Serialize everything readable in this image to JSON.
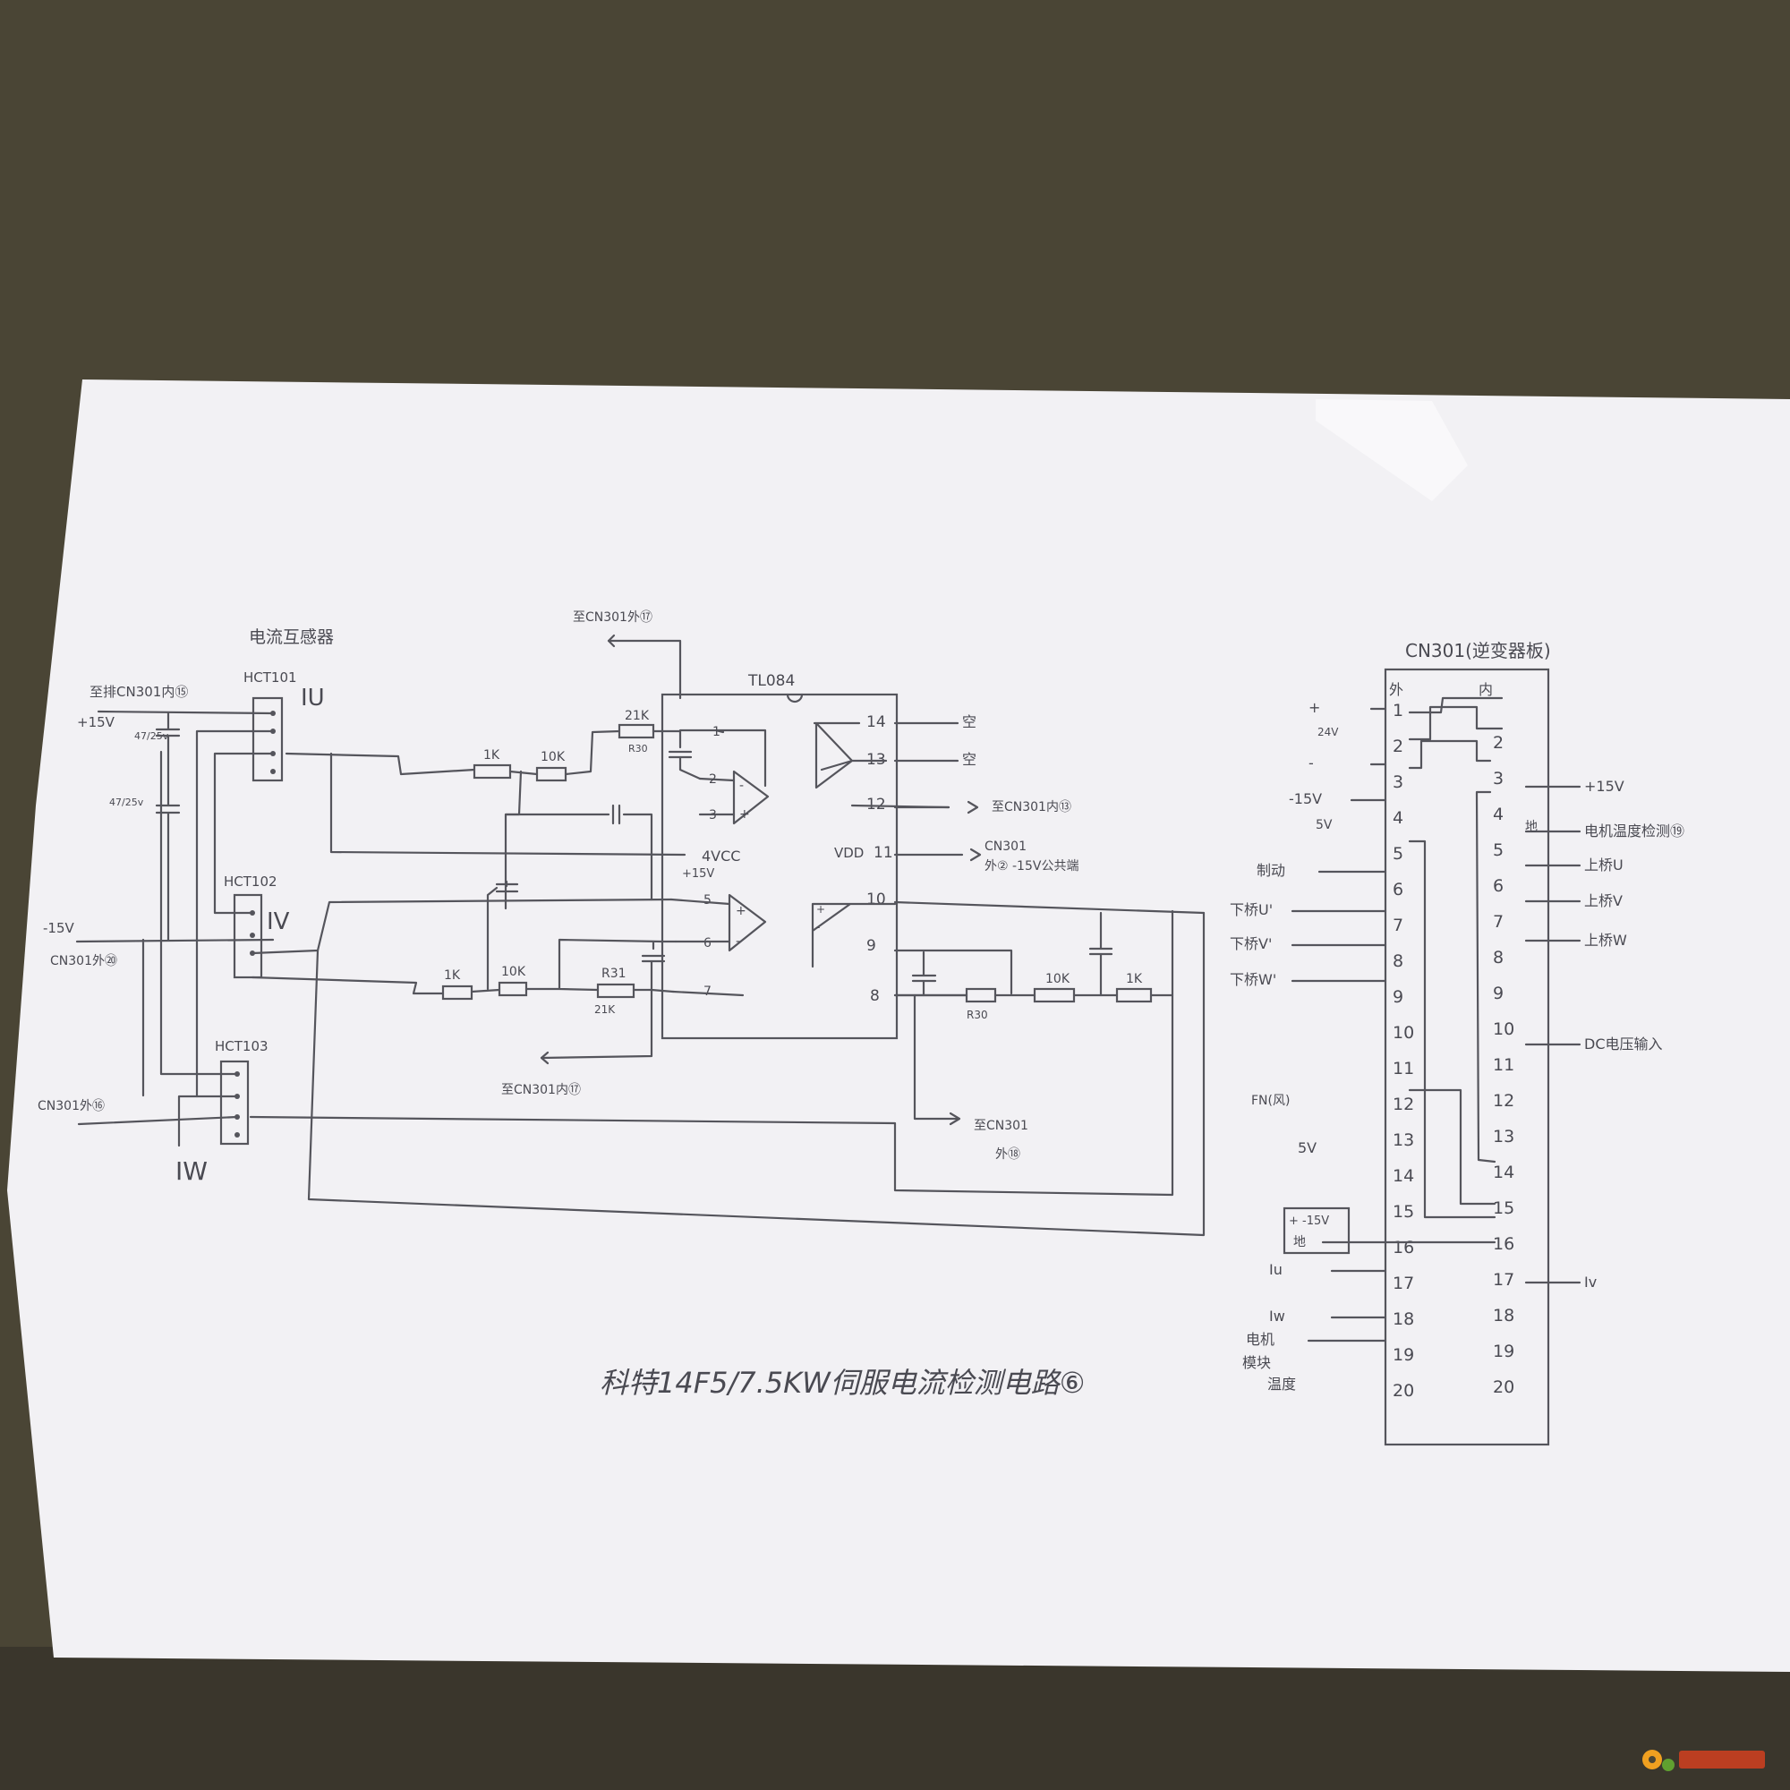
{
  "title": "科特14F5/7.5KW伺服电流检测电路⑥",
  "sensors": {
    "group_label": "电流互感器",
    "hct101": "HCT101",
    "hct102": "HCT102",
    "hct103": "HCT103",
    "iu": "IU",
    "iv": "IV",
    "iw": "IW"
  },
  "left_labels": {
    "to_cn301_in15": "至排CN301内⑮",
    "plus15v": "+15V",
    "cap1": "47/25v",
    "cap2": "47/25v",
    "minus15v": "-15V",
    "cn301_out20": "CN301外⑳",
    "cn301_out16": "CN301外⑯"
  },
  "opamp": {
    "chip": "TL084",
    "to_cn301_out17": "至CN301外⑰",
    "r21k_top": "21K",
    "r30_top": "R30",
    "r1k_top": "1K",
    "r10k_top": "10K",
    "vcc": "4VCC",
    "vcc_val": "+15V",
    "pin1": "1",
    "pin2": "2",
    "pin3": "3",
    "pin5": "5",
    "pin6": "6",
    "pin7": "7",
    "pin14": "14",
    "pin13": "13",
    "pin12": "12",
    "pin11": "11",
    "pin10": "10",
    "pin9": "9",
    "pin8": "8",
    "empty14": "空",
    "empty13": "空",
    "to_cn301_in13": "至CN301内⑬",
    "vdd": "VDD",
    "cn301_out2": "CN301",
    "cn301_out2_b": "外② -15V公共端",
    "r1k_bot": "1K",
    "r10k_bot": "10K",
    "r31": "R31",
    "r21k_bot": "21K",
    "to_cn301_in17": "至CN301内⑰",
    "r30_right": "R30",
    "r10k_right": "10K",
    "r1k_right": "1K",
    "to_cn301_out18": "至CN301",
    "to_cn301_out18_b": "外⑱"
  },
  "connector": {
    "title": "CN301(逆变器板)",
    "outer": "外",
    "inner": "内",
    "outer_pins": [
      "1",
      "2",
      "3",
      "4",
      "5",
      "6",
      "7",
      "8",
      "9",
      "10",
      "11",
      "12",
      "13",
      "14",
      "15",
      "16",
      "17",
      "18",
      "19",
      "20"
    ],
    "inner_pins": [
      "2",
      "3",
      "4",
      "5",
      "6",
      "7",
      "8",
      "9",
      "10",
      "11",
      "12",
      "13",
      "14",
      "15",
      "16",
      "17",
      "18",
      "19",
      "20"
    ],
    "left_signals": {
      "plus": "+",
      "v24": "24V",
      "minus": "-",
      "m15v": "-15V",
      "v5": "5V",
      "brake": "制动",
      "ul": "下桥U'",
      "vl": "下桥V'",
      "wl": "下桥W'",
      "fn": "FN(风)",
      "v5b": "5V",
      "box_top": "+ -15V",
      "box_gnd": "地",
      "iu": "Iu",
      "iw": "Iw",
      "motor1": "电机",
      "motor2": "模块",
      "motor3": "温度"
    },
    "right_signals": {
      "p15v": "+15V",
      "gnd": "地",
      "temp": "电机温度检测⑲",
      "uu": "上桥U",
      "uv": "上桥V",
      "uw": "上桥W",
      "dc": "DC电压输入",
      "iv": "Iv"
    }
  },
  "colors": {
    "table": "#4a4535",
    "paper": "#f2f1f4",
    "ink": "#55555c"
  }
}
